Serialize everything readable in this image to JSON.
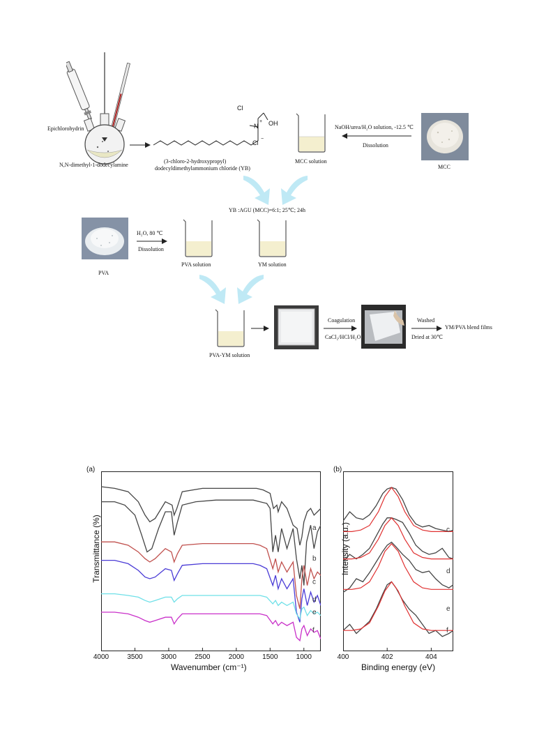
{
  "scheme": {
    "apparatus_label": "Epichlorohydrin",
    "amine_label": "N,N-dimethyl-1-dodecylamine",
    "yb_line1": "(3-chloro-2-hydroxypropyl)",
    "yb_line2": "dodecyldimethylammonium chloride (YB)",
    "struct_cl": "Cl",
    "struct_oh": "OH",
    "struct_n": "N",
    "struct_plus": "+",
    "struct_clminus": "Cl",
    "struct_minus": "−",
    "mcc_solution": "MCC solution",
    "mcc_cond_line1": "NaOH/urea/H₂O solution, -12.5 ℃",
    "mcc_cond_line2": "Dissolution",
    "mcc_label": "MCC",
    "reaction_cond": "YB :AGU (MCC)=6:1; 25℃; 24h",
    "pva_cond_line1": "H₂O, 80 ℃",
    "pva_cond_line2": "Dissolution",
    "pva_label": "PVA",
    "pva_solution": "PVA solution",
    "ym_solution": "YM solution",
    "pva_ym_solution": "PVA-YM solution",
    "coag_line1": "Coagulation",
    "coag_line2": "CaCl₂/HCl/H₂O",
    "wash_line1": "Washed",
    "wash_line2": "Dried at 30℃",
    "final_product": "YM/PVA blend films"
  },
  "chart_data": [
    {
      "type": "line",
      "panel": "(a)",
      "xlabel": "Wavenumber (cm⁻¹)",
      "ylabel": "Transmittance (%)",
      "xlim": [
        4000,
        750
      ],
      "x_reversed": true,
      "xticks": [
        4000,
        3500,
        3000,
        2500,
        2000,
        1500,
        1000
      ],
      "series_labels": [
        "a",
        "b",
        "c",
        "d",
        "e",
        "f"
      ],
      "series": [
        {
          "name": "top",
          "color": "#444444",
          "x": [
            4000,
            3800,
            3600,
            3450,
            3350,
            3280,
            3200,
            3050,
            2950,
            2920,
            2880,
            2800,
            2500,
            2000,
            1700,
            1600,
            1500,
            1450,
            1400,
            1380,
            1330,
            1250,
            1160,
            1100,
            1060,
            1030,
            1000,
            950,
            900,
            850,
            800,
            750
          ],
          "y": [
            95,
            94,
            92,
            86,
            78,
            74,
            76,
            86,
            84,
            78,
            82,
            92,
            94,
            94,
            94,
            93,
            91,
            82,
            84,
            80,
            86,
            82,
            72,
            70,
            60,
            65,
            74,
            80,
            82,
            78,
            80,
            82
          ]
        },
        {
          "name": "a",
          "color": "#444444",
          "x": [
            4000,
            3800,
            3650,
            3500,
            3400,
            3320,
            3250,
            3150,
            3050,
            2960,
            2920,
            2870,
            2800,
            2600,
            2300,
            2000,
            1750,
            1650,
            1550,
            1500,
            1460,
            1420,
            1380,
            1330,
            1250,
            1160,
            1110,
            1060,
            1030,
            1000,
            960,
            900,
            850,
            800,
            750
          ],
          "y": [
            86,
            86,
            84,
            78,
            66,
            56,
            58,
            70,
            80,
            80,
            66,
            74,
            84,
            86,
            87,
            87,
            87,
            86,
            85,
            82,
            56,
            66,
            56,
            70,
            58,
            70,
            52,
            40,
            48,
            36,
            62,
            72,
            58,
            68,
            72
          ]
        },
        {
          "name": "b",
          "color": "#c0504d",
          "x": [
            4000,
            3800,
            3600,
            3450,
            3350,
            3280,
            3200,
            3050,
            2960,
            2920,
            2870,
            2800,
            2500,
            2000,
            1750,
            1650,
            1550,
            1460,
            1420,
            1380,
            1330,
            1250,
            1160,
            1110,
            1060,
            1030,
            1000,
            950,
            900,
            850,
            800,
            750
          ],
          "y": [
            62,
            62,
            60,
            56,
            52,
            50,
            52,
            58,
            56,
            50,
            55,
            60,
            61,
            61,
            61,
            60,
            58,
            46,
            52,
            44,
            50,
            44,
            50,
            30,
            22,
            40,
            48,
            36,
            46,
            40,
            44,
            42
          ]
        },
        {
          "name": "c",
          "color": "#4a3bd6",
          "x": [
            4000,
            3800,
            3600,
            3450,
            3350,
            3280,
            3200,
            3050,
            2960,
            2920,
            2870,
            2800,
            2500,
            2000,
            1750,
            1650,
            1550,
            1460,
            1420,
            1380,
            1330,
            1250,
            1160,
            1110,
            1060,
            1030,
            1000,
            950,
            900,
            850,
            800,
            750
          ],
          "y": [
            51,
            51,
            49,
            45,
            41,
            40,
            41,
            46,
            45,
            39,
            43,
            48,
            49,
            49,
            49,
            48,
            46,
            36,
            42,
            34,
            40,
            34,
            40,
            20,
            14,
            28,
            34,
            24,
            32,
            26,
            30,
            24
          ]
        },
        {
          "name": "d",
          "color": "#6fe0e8",
          "x": [
            4000,
            3800,
            3600,
            3450,
            3350,
            3280,
            3200,
            3050,
            2960,
            2920,
            2870,
            2800,
            2500,
            2000,
            1750,
            1650,
            1550,
            1460,
            1420,
            1380,
            1330,
            1250,
            1160,
            1110,
            1060,
            1030,
            1000,
            950,
            900,
            850,
            800,
            750
          ],
          "y": [
            31,
            31,
            30,
            29,
            27,
            26,
            27,
            29,
            29,
            26,
            28,
            30,
            30,
            30,
            30,
            30,
            29,
            25,
            27,
            24,
            26,
            24,
            26,
            19,
            16,
            22,
            23,
            18,
            21,
            19,
            20,
            18
          ]
        },
        {
          "name": "f",
          "color": "#c930c9",
          "x": [
            4000,
            3800,
            3600,
            3450,
            3350,
            3280,
            3200,
            3050,
            2960,
            2920,
            2870,
            2800,
            2500,
            2000,
            1750,
            1650,
            1550,
            1460,
            1420,
            1380,
            1330,
            1250,
            1160,
            1110,
            1060,
            1030,
            1000,
            950,
            900,
            850,
            800,
            750
          ],
          "y": [
            20,
            20,
            19,
            17,
            15,
            14,
            15,
            17,
            17,
            13,
            16,
            19,
            19,
            19,
            19,
            19,
            18,
            13,
            15,
            12,
            14,
            12,
            14,
            5,
            3,
            10,
            12,
            6,
            10,
            8,
            9,
            4
          ]
        }
      ]
    },
    {
      "type": "line",
      "panel": "(b)",
      "xlabel": "Binding energy (eV)",
      "ylabel": "Intensity (a.u.)",
      "xlim": [
        400,
        405
      ],
      "xticks": [
        400,
        402,
        404
      ],
      "series_labels": [
        "c",
        "d",
        "e",
        "f"
      ],
      "series": [
        {
          "name": "c-exp",
          "color": "#444444",
          "x": [
            400,
            400.3,
            400.6,
            400.9,
            401.2,
            401.5,
            401.8,
            402.0,
            402.2,
            402.4,
            402.7,
            403.0,
            403.3,
            403.6,
            403.9,
            404.2,
            404.5,
            404.8,
            405
          ],
          "y": [
            82,
            88,
            84,
            83,
            86,
            92,
            100,
            103,
            104,
            103,
            96,
            86,
            80,
            78,
            79,
            77,
            76,
            75,
            76
          ]
        },
        {
          "name": "c-fit",
          "color": "#e03030",
          "x": [
            400,
            400.4,
            400.8,
            401.2,
            401.6,
            401.9,
            402.2,
            402.5,
            402.8,
            403.2,
            403.6,
            404,
            404.5,
            405
          ],
          "y": [
            75,
            75,
            76,
            79,
            88,
            98,
            104,
            98,
            88,
            79,
            76,
            75,
            75,
            75
          ]
        },
        {
          "name": "d-exp",
          "color": "#444444",
          "x": [
            400,
            400.3,
            400.6,
            400.9,
            401.2,
            401.5,
            401.8,
            402.0,
            402.2,
            402.4,
            402.7,
            403.0,
            403.3,
            403.6,
            403.9,
            404.2,
            404.5,
            404.8,
            405
          ],
          "y": [
            55,
            60,
            57,
            60,
            64,
            72,
            80,
            84,
            84,
            83,
            81,
            74,
            66,
            62,
            60,
            61,
            64,
            58,
            57
          ]
        },
        {
          "name": "d-fit",
          "color": "#e03030",
          "x": [
            400,
            400.4,
            400.8,
            401.2,
            401.6,
            401.9,
            402.2,
            402.5,
            402.8,
            403.2,
            403.6,
            404,
            404.5,
            405
          ],
          "y": [
            57,
            57,
            58,
            61,
            70,
            79,
            84,
            79,
            70,
            61,
            58,
            57,
            57,
            57
          ]
        },
        {
          "name": "e-exp",
          "color": "#444444",
          "x": [
            400,
            400.3,
            400.6,
            400.9,
            401.2,
            401.5,
            401.8,
            402.0,
            402.2,
            402.4,
            402.7,
            403.0,
            403.3,
            403.6,
            403.9,
            404.2,
            404.5,
            404.8,
            405
          ],
          "y": [
            35,
            38,
            44,
            42,
            48,
            55,
            62,
            66,
            68,
            65,
            60,
            56,
            50,
            48,
            49,
            44,
            40,
            38,
            40
          ]
        },
        {
          "name": "e-fit",
          "color": "#e03030",
          "x": [
            400,
            400.4,
            400.8,
            401.2,
            401.6,
            401.9,
            402.2,
            402.5,
            402.8,
            403.2,
            403.6,
            404,
            404.5,
            405
          ],
          "y": [
            37,
            37,
            38,
            42,
            52,
            62,
            67,
            62,
            52,
            42,
            38,
            37,
            37,
            37
          ]
        },
        {
          "name": "f-exp",
          "color": "#444444",
          "x": [
            400,
            400.3,
            400.6,
            400.9,
            401.2,
            401.5,
            401.8,
            402.0,
            402.2,
            402.4,
            402.7,
            403.0,
            403.3,
            403.6,
            403.9,
            404.2,
            404.5,
            404.8,
            405
          ],
          "y": [
            10,
            14,
            8,
            12,
            16,
            24,
            34,
            40,
            42,
            38,
            30,
            24,
            20,
            14,
            8,
            10,
            6,
            8,
            10
          ]
        },
        {
          "name": "f-fit",
          "color": "#e03030",
          "x": [
            400,
            400.4,
            400.8,
            401.2,
            401.6,
            401.9,
            402.2,
            402.5,
            402.8,
            403.2,
            403.6,
            404,
            404.5,
            405
          ],
          "y": [
            10,
            10,
            11,
            15,
            26,
            36,
            42,
            36,
            26,
            15,
            11,
            10,
            10,
            10
          ]
        }
      ]
    }
  ]
}
